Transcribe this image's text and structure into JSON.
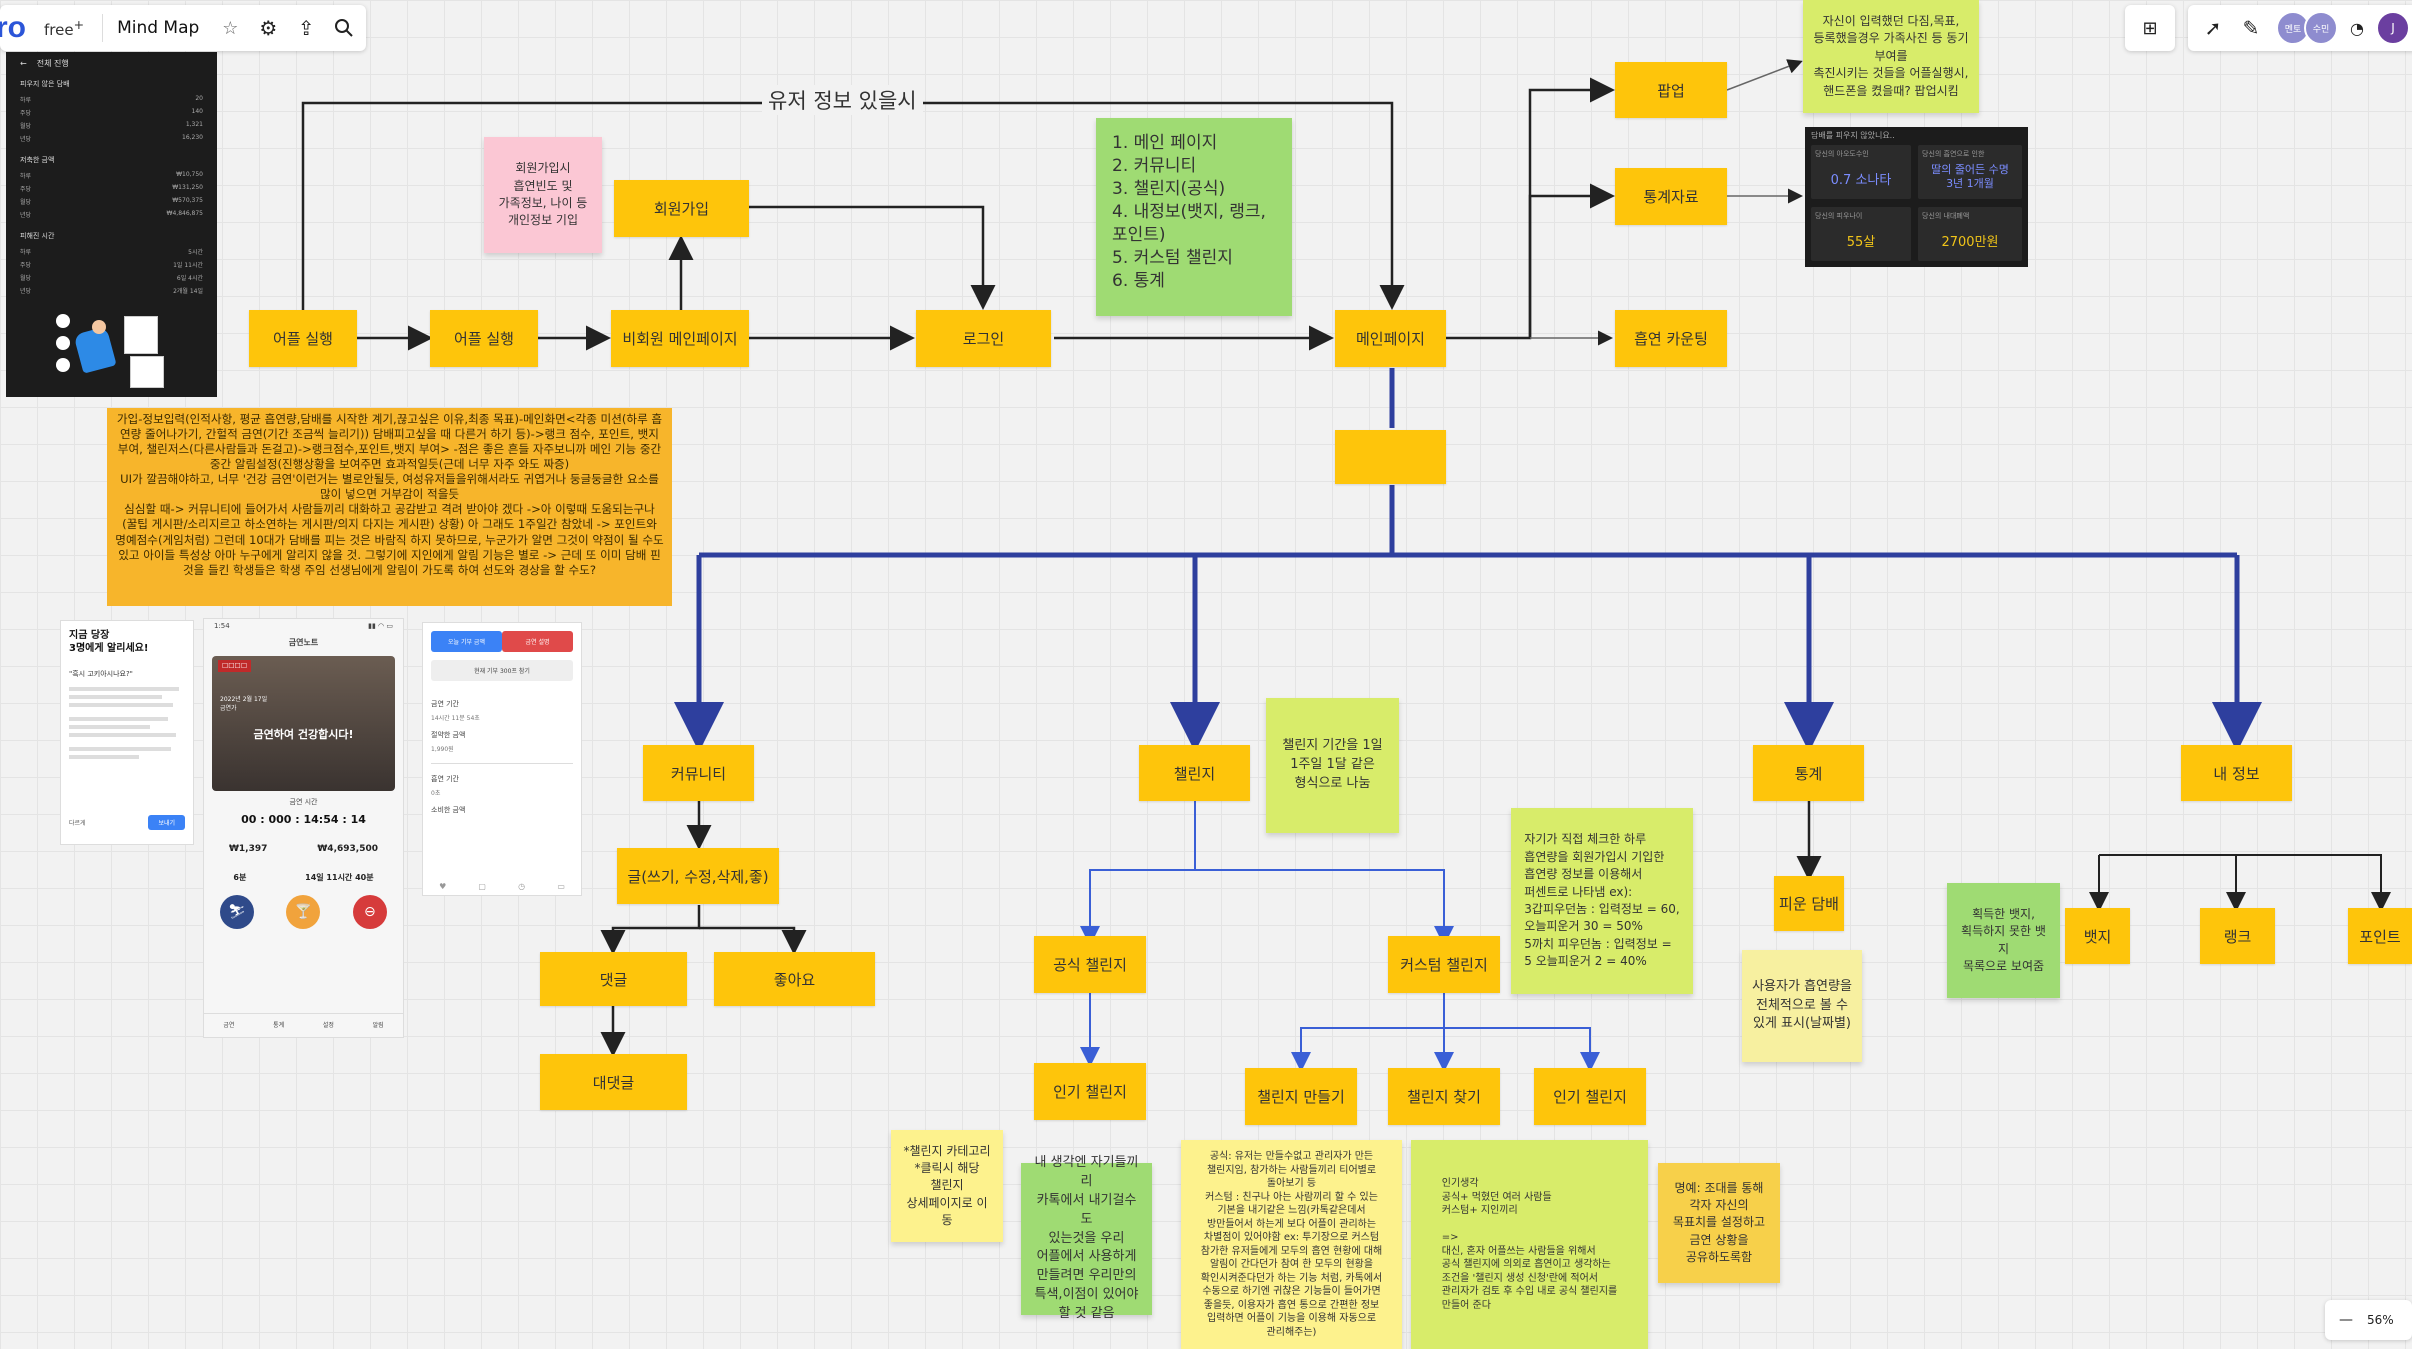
{
  "app": {
    "logo": "ro",
    "plan": "free",
    "board_title": "Mind Map",
    "zoom": "56%",
    "zoom_out": "—"
  },
  "avatars": [
    "멘토",
    "수민",
    "J"
  ],
  "flow": {
    "user_info_label": "유저 정보 있을시",
    "nodes": {
      "app_run_1": "어플 실행",
      "app_run_2": "어플 실행",
      "guest_main": "비회원 메인페이지",
      "signup": "회원가입",
      "login": "로그인",
      "main_page": "메인페이지",
      "popup": "팝업",
      "stats_data": "통계자료",
      "smoke_counting": "흡연 카운팅",
      "blank_node": "",
      "community": "커뮤니티",
      "challenge": "챌린지",
      "statistics": "통계",
      "my_info": "내 정보",
      "post_write": "글(쓰기, 수정,삭제,좋)",
      "comment": "댓글",
      "like": "좋아요",
      "reply": "대댓글",
      "official_challenge": "공식 챌린지",
      "custom_challenge": "커스텀 챌린지",
      "popular_challenge_1": "인기 챌린지",
      "make_challenge": "챌린지 만들기",
      "find_challenge": "챌린지 찾기",
      "popular_challenge_2": "인기 챌린지",
      "cigarettes_smoked": "피운 담배",
      "badge": "뱃지",
      "rank": "랭크",
      "points": "포인트"
    }
  },
  "stickies": {
    "signup_note": "회원가입시\n흡연빈도 및\n가족정보, 나이 등\n개인정보 기입",
    "menu_list": [
      "1. 메인 페이지",
      "2. 커뮤니티",
      "3. 챌린지(공식)",
      "4. 내정보(뱃지, 랭크,\n포인트)",
      "5. 커스텀 챌린지",
      "6. 통계"
    ],
    "popup_note": "자신이 입력했던 다짐,목표,\n등록했을경우 가족사진 등 동기부여를\n촉진시키는 것들을 어플실행시,\n핸드폰을 켰을때? 팝업시킴",
    "orange_note": "가입-정보입력(인적사항, 평균 흡연량,담배를 시작한 계기,끊고싶은 이유,최종 목표)-메인화면<각종 미션(하루 흡연량 줄어나가기, 간헐적 금연(기간 조금씩 늘리기)) 담배피고싶을 때 다른거 하기 등)->랭크 점수, 포인트, 뱃지 부여, 챌린저스(다른사람들과 돈걸고)->랭크점수,포인트,뱃지 부여> -점은 좋은 흔들 자주보니까 메인 기능 중간중간 알림설정(진행상황을 보여주면 효과적일듯(근데 너무 자주 와도 짜증)\nUI가 깔끔해야하고, 너무 '건강 금연'이런거는 별로안될듯, 여성유저들을위해서라도 귀엽거나 둥글둥글한 요소를 많이 넣으면 거부감이 적을듯\n심심할 때-> 커뮤니티에 들어가서 사람들끼리 대화하고 공감받고 격려 받아야 겠다 ->아 이렇때 도움되는구나 (꿀팁 게시판/소리지르고 하소연하는 게시판/의지 다지는 게시판) 상황) 아 그래도 1주일간 참았네 -> 포인트와 명예점수(게임처럼) 그런데 10대가 담배를 피는 것은 바람직 하지 못하므로, 누군가가 알면 그것이 약점이 될 수도 있고 아이들 특성상 아마 누구에게 알리지 않을 것. 그렇기에 지인에게 알림 기능은 별로 -> 근데 또 이미 담배 핀 것을 들킨 학생들은 학생 주임 선생님에게 알림이 가도록 하여 선도와 경상을 할 수도?",
    "challenge_period": "챌린지 기간을 1일\n1주일 1달 같은\n형식으로 나눔",
    "stats_calc": "자기가 직접 체크한 하루\n흡연량을 회원가입시 기입한\n흡연량 정보를 이용해서\n퍼센트로 나타냄 ex):\n3갑피우던놈 : 입력정보 = 60,\n오늘피운거 30 = 50%\n5까치 피우던놈 : 입력정보 =\n5 오늘피운거 2 = 40%",
    "smoked_display": "사용자가 흡연량을\n전체적으로 볼 수\n있게 표시(날짜별)",
    "badge_note": "획득한 뱃지,\n획득하지 못한 뱃지\n목록으로 보여줌",
    "challenge_category": "*챌린지 카테고리\n*클릭시 해당\n챌린지\n상세페이지로 이동",
    "green_idea": "내 생각엔 자기들끼리\n카톡에서 내기걸수도\n있는것을 우리\n어플에서 사용하게\n만들려면 우리만의\n특색,이점이 있어야\n할 것 같음",
    "official_custom_note": "공식: 유저는 만들수없고 관리자가 만든\n챌린지임, 참가하는 사람들끼리 티어별로\n돌아보기 등\n커스텀 : 친구나 아는 사람끼리 할 수 있는\n기본을 내기같은 느낌(카톡같은데서\n방만들어서 하는게 보다 어플이 관리하는\n차별점이 있어야함 ex: 투기장으로 커스텀\n참가한 유저들에게 모두의 흡연 현황에 대해\n알림이 간다던가 참여 한 모두의 현황을\n확인시켜준다던가 하는 기능 처럼, 카톡에서\n수동으로 하기엔 귀찮은 기능들이 들어가면\n좋을듯, 이용자가 흡연 통으로 간편한 정보\n입력하면 어플이 기능을 이용해 자동으로\n관리해주는)",
    "popular_note": "인기생각\n공식+ 먹혔던 여러 사람들\n커스텀+ 지인끼리\n\n=>\n대신, 혼자 어플쓰는 사람들을 위해서\n공식 챌린지에 의외로 흡연이고 생각하는\n조건을 '챌린지 생성 신청'란에 적어서\n관리자가 검토 후 수입 내로 공식 챌린지를\n만들어 준다",
    "rank_note": "명예: 조대를 통해\n각자 자신의\n목표치를 설정하고\n금연 상황을\n공유하도록함"
  },
  "stats_panel": {
    "header": "담배를 피우지 않았니요..",
    "cards": [
      {
        "label": "당신의 아오도수인",
        "value": "0.7 소나타",
        "color": "#7b8dff"
      },
      {
        "label": "당신의 흡연으로 인한",
        "value": "딸의 줄어든 수명\n3년 1개월",
        "color": "#7b8dff"
      },
      {
        "label": "당신의 피우나이",
        "value": "55살",
        "color": "#f0c419"
      },
      {
        "label": "당신의 내대폐액",
        "value": "2700만원",
        "color": "#f0c419"
      }
    ]
  },
  "dark_panel": {
    "title": "전체 진행",
    "section1": "피우지 않은 담배",
    "rows1": [
      [
        "하루",
        "20"
      ],
      [
        "주당",
        "140"
      ],
      [
        "월당",
        "1,321"
      ],
      [
        "년당",
        "16,230"
      ]
    ],
    "section2": "저축한 금액",
    "rows2": [
      [
        "하루",
        "₩10,750"
      ],
      [
        "주당",
        "₩131,250"
      ],
      [
        "월당",
        "₩570,375"
      ],
      [
        "년당",
        "₩4,846,875"
      ]
    ],
    "section3": "피해진 시간",
    "rows3": [
      [
        "하루",
        "5시간"
      ],
      [
        "주당",
        "1일 11시간"
      ],
      [
        "월당",
        "6일 4시간"
      ],
      [
        "년당",
        "2개월 14일"
      ]
    ]
  },
  "phone1": {
    "title": "지금 당장\n3명에게 알리세요!",
    "sub": "\"흑시 고키아시나요?\"",
    "cta": "다르게",
    "btn1": "보내기"
  },
  "phone2": {
    "time": "1:54",
    "title": "금연노트",
    "date": "2022년 2월 17일\n금연가",
    "hero": "금연하여 건강합시다!",
    "label_time": "금연 시간",
    "counter": "00 : 000 : 14:54 : 14",
    "saved_label1": "₩1,397",
    "saved_label2": "₩4,693,500",
    "v1": "6분",
    "v2": "14일 11시간 40분",
    "tabs": [
      "금연",
      "통계",
      "설정",
      "알림"
    ]
  },
  "phone3": {
    "btn_blue": "오늘 기부 금액",
    "btn_red": "금연 설명",
    "btn_grey": "현재 기부 300프 참기",
    "l1": "금연 기간",
    "v1": "14시간 11분 54초",
    "l2": "절약한 금액",
    "v2": "1,990원",
    "l3": "흡연 기간",
    "v3": "0초",
    "l4": "소비한 금액"
  }
}
